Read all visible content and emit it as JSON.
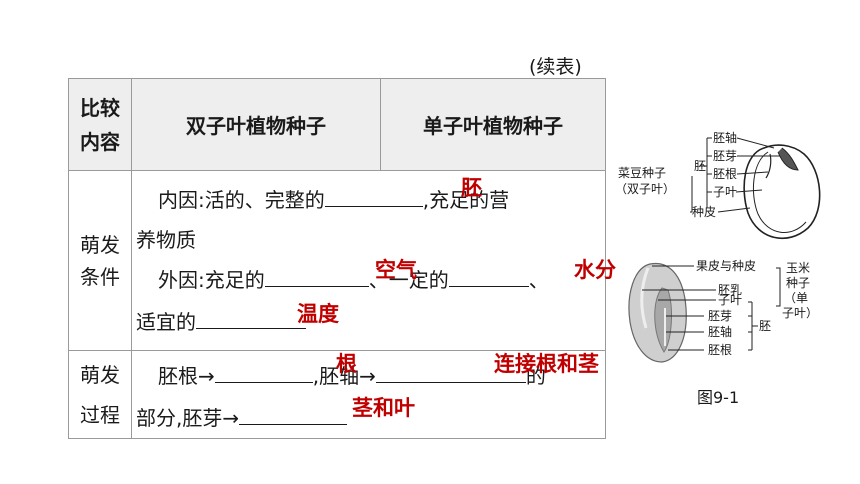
{
  "continued": "(续表)",
  "table": {
    "headers": [
      "比较内容",
      "双子叶植物种子",
      "单子叶植物种子"
    ],
    "rows": [
      {
        "label": "萌发条件"
      },
      {
        "label": "萌发过程"
      }
    ],
    "germination_conditions": {
      "internal_prefix": "内因:活的、完整的",
      "internal_suffix": ",充足的营",
      "internal_line2": "养物质",
      "external_prefix": "外因:充足的",
      "external_mid": "、一定的",
      "external_end": "、",
      "external_line2_prefix": "适宜的",
      "answers": {
        "embryo": "胚",
        "air": "空气",
        "water": "水分",
        "temperature": "温度"
      }
    },
    "germination_process": {
      "radicle": "胚根→",
      "hypocotyl": ",胚轴→",
      "of": "的",
      "part_plumule": "部分,胚芽→",
      "answers": {
        "root": "根",
        "connect": "连接根和茎",
        "stem_leaf": "茎和叶"
      }
    }
  },
  "figure": {
    "bean": {
      "title_line1": "菜豆种子",
      "title_line2": "（双子叶）",
      "embryo": "胚",
      "parts": [
        "胚轴",
        "胚芽",
        "胚根",
        "子叶"
      ],
      "seed_coat": "种皮"
    },
    "corn": {
      "title": [
        "玉米",
        "种子",
        "（单",
        "子叶）"
      ],
      "pericarp": "果皮与种皮",
      "endosperm": "胚乳",
      "embryo": "胚",
      "parts": [
        "子叶",
        "胚芽",
        "胚轴",
        "胚根"
      ]
    },
    "caption": "图9-1"
  }
}
